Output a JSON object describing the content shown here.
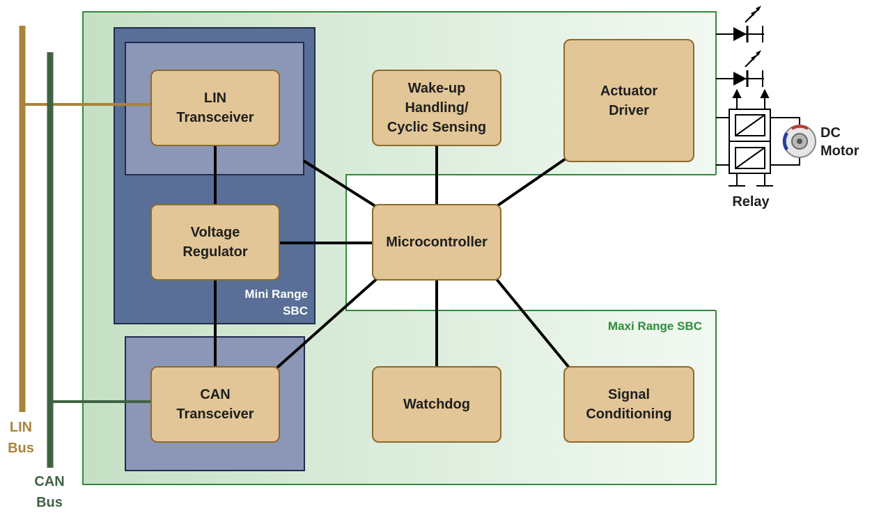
{
  "regions": {
    "maxi_range_sbc": "Maxi Range SBC",
    "mini_range_sbc": "Mini Range\nSBC"
  },
  "blocks": {
    "lin_transceiver": "LIN\nTransceiver",
    "voltage_regulator": "Voltage\nRegulator",
    "can_transceiver": "CAN\nTransceiver",
    "wakeup_handling": "Wake-up\nHandling/\nCyclic Sensing",
    "microcontroller": "Microcontroller",
    "actuator_driver": "Actuator\nDriver",
    "watchdog": "Watchdog",
    "signal_conditioning": "Signal\nConditioning"
  },
  "buses": {
    "lin": "LIN\nBus",
    "can": "CAN\nBus"
  },
  "external": {
    "relay": "Relay",
    "dc_motor": "DC\nMotor"
  },
  "colors": {
    "lin_bus": "#a8843a",
    "can_bus": "#3f6244",
    "maxi_border": "#2e8b3a",
    "maxi_fill": "#c5e0c5",
    "mini_outer": "#5a6f97",
    "mini_inner": "#8c97b7",
    "block_fill": "#e2c697",
    "block_border": "#8a6a2a",
    "maxi_label": "#2e8b3a"
  },
  "icons": [
    "led-icon",
    "led-icon",
    "relay-icon",
    "dc-motor-icon"
  ]
}
